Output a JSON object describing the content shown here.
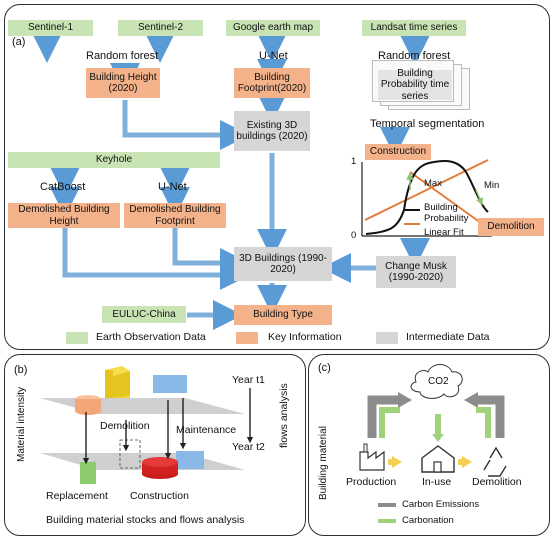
{
  "panel_a": {
    "tag": "(a)",
    "sources": {
      "sentinel1": "Sentinel-1",
      "sentinel2": "Sentinel-2",
      "google": "Google earth map",
      "landsat": "Landsat time series",
      "keyhole": "Keyhole",
      "euluc": "EULUC-China"
    },
    "methods": {
      "rf1": "Random forest",
      "unet1": "U-Net",
      "rf2": "Random forest",
      "temporal": "Temporal segmentation",
      "catboost": "CatBoost",
      "unet2": "U-Net"
    },
    "boxes": {
      "building_height": "Building Height (2020)",
      "building_footprint": "Building Footprint(2020)",
      "prob_series": "Building Probability time series",
      "existing3d": "Existing 3D buildings (2020)",
      "construction": "Construction",
      "demolition": "Demolition",
      "demolished_height": "Demolished Building Height",
      "demolished_footprint": "Demolished Building Footprint",
      "buildings3d": "3D Buildings (1990-2020)",
      "change_musk": "Change Musk (1990-2020)",
      "building_type": "Building Type"
    },
    "chart_labels": {
      "y_top": "1",
      "y_bottom": "0",
      "max": "Max",
      "min": "Min",
      "legend_prob": "Building Probability",
      "legend_fit": "Linear Fit"
    },
    "legend": {
      "eo": "Earth Observation Data",
      "key": "Key Information",
      "inter": "Intermediate Data"
    },
    "colors": {
      "green": "#c9e4b4",
      "orange": "#f3b28a",
      "gray": "#d6d6d6",
      "arrow": "#5b9bd5"
    }
  },
  "panel_b": {
    "tag": "(b)",
    "material_intensity": "Material intensity",
    "flows_analysis": "flows analysis",
    "year1": "Year t1",
    "year2": "Year t2",
    "demolition": "Demolition",
    "maintenance": "Maintenance",
    "replacement": "Replacement",
    "construction": "Construction",
    "caption": "Building material stocks and flows analysis"
  },
  "panel_c": {
    "tag": "(c)",
    "co2": "CO2",
    "building_material": "Building material",
    "production": "Production",
    "inuse": "In-use",
    "demolition": "Demolition",
    "legend_emissions": "Carbon Emissions",
    "legend_carbonation": "Carbonation"
  }
}
